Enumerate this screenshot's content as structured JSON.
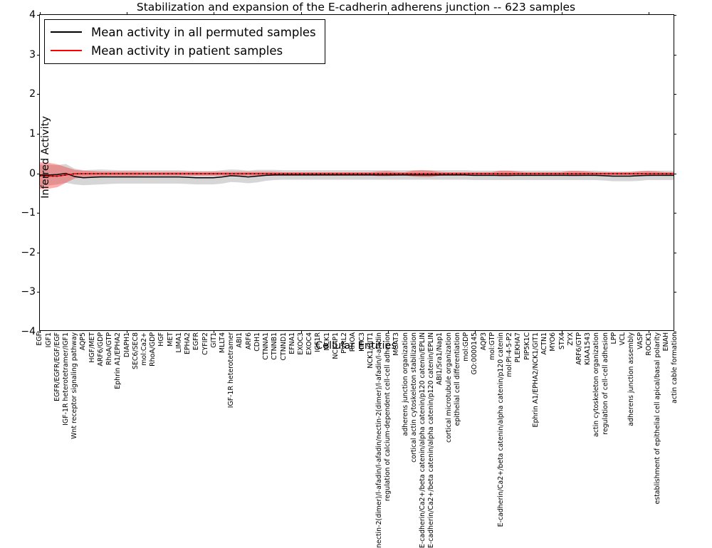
{
  "chart_data": {
    "type": "line",
    "title": "Stabilization and expansion of the E-cadherin adherens junction -- 623 samples",
    "xlabel": "Cellular Entities",
    "ylabel": "Inferred Activity",
    "ylim": [
      -4,
      4
    ],
    "yticks": [
      -4,
      -3,
      -2,
      -1,
      0,
      1,
      2,
      3,
      4
    ],
    "ytick_labels": [
      "-4",
      "-3",
      "-2",
      "-1",
      "0",
      "1",
      "2",
      "3",
      "4"
    ],
    "grid": false,
    "legend_position": "upper left",
    "legend": [
      {
        "label": "Mean activity in all permuted samples",
        "color": "#000000",
        "style": "solid"
      },
      {
        "label": "Mean activity in patient samples",
        "color": "#ff0000",
        "style": "solid"
      }
    ],
    "n_samples": 623,
    "categories": [
      "EGF",
      "IGF1",
      "EGFR/EGFR/EGF/EGF",
      "IGF-1R heterotetramer/IGF1",
      "Wnt receptor signaling pathway",
      "AQP5",
      "HGF/MET",
      "ARF6/GDP",
      "RhoA/GTP",
      "Ephrin A1/EPHA2",
      "DIAPH1",
      "SEC6/SEC8",
      "mol:Ca2+",
      "RhoA/GDP",
      "HGF",
      "MET",
      "LIMA1",
      "EPHA2",
      "EGFR",
      "CYFIP2",
      "GIT1",
      "MLLT4",
      "IGF-1R heterotetramer",
      "ABI1",
      "ARF6",
      "CDH1",
      "CTNNA1",
      "CTNNB1",
      "CTNND1",
      "EFNA1",
      "EXOC3",
      "EXOC4",
      "IGF1R",
      "NCK1",
      "NCKAP1",
      "PVRL2",
      "RHOA",
      "KIFC3",
      "NCK1/GIT1",
      "nectin-2(dimer)/l-afadin/l-afadin/nectin-2(dimer)/l-afadin/l-afadin",
      "regulation of calcium-dependent cell-cell adhesion",
      "MGAT3",
      "adherens junction organization",
      "cortical actin cytoskeleton stabilization",
      "E-cadherin/Ca2+/beta catenin/alpha catenin/p120 catenin/EPLIN",
      "E-cadherin/Ca2+/beta catenin/alpha catenin/p120 catenin/EPLIN",
      "ABI1/Sra1/Nap1",
      "cortical microtubule organization",
      "epithelial cell differentiation",
      "mol:GDP",
      "GO:0000145",
      "AQP3",
      "mol:GTP",
      "E-cadherin/Ca2+/beta catenin/alpha catenin/p120 catenin",
      "mol:PI-4-5-P2",
      "PLEKHA7",
      "PIP5K1C",
      "Ephrin A1/EPHA2/NCK1/GIT1",
      "ACTN1",
      "MYO6",
      "STX4",
      "ZYX",
      "ARF6/GTP",
      "KIAA1543",
      "actin cytoskeleton organization",
      "regulation of cell-cell adhesion",
      "LPP",
      "VCL",
      "adherens junction assembly",
      "VASP",
      "ROCK1",
      "establishment of epithelial cell apical/basal polarity",
      "ENAH",
      "actin cable formation"
    ],
    "series": [
      {
        "name": "Mean activity in all permuted samples",
        "color": "#000000",
        "values": [
          -0.06,
          -0.06,
          -0.05,
          -0.02,
          -0.1,
          -0.13,
          -0.12,
          -0.11,
          -0.11,
          -0.11,
          -0.11,
          -0.11,
          -0.11,
          -0.11,
          -0.11,
          -0.11,
          -0.11,
          -0.12,
          -0.13,
          -0.13,
          -0.13,
          -0.11,
          -0.08,
          -0.09,
          -0.11,
          -0.09,
          -0.07,
          -0.06,
          -0.06,
          -0.06,
          -0.06,
          -0.06,
          -0.06,
          -0.06,
          -0.06,
          -0.06,
          -0.06,
          -0.06,
          -0.06,
          -0.06,
          -0.06,
          -0.06,
          -0.06,
          -0.06,
          -0.06,
          -0.06,
          -0.06,
          -0.06,
          -0.06,
          -0.06,
          -0.07,
          -0.07,
          -0.07,
          -0.07,
          -0.07,
          -0.07,
          -0.07,
          -0.07,
          -0.07,
          -0.07,
          -0.07,
          -0.07,
          -0.07,
          -0.07,
          -0.07,
          -0.08,
          -0.09,
          -0.09,
          -0.09,
          -0.08,
          -0.07,
          -0.07,
          -0.07,
          -0.07
        ],
        "band_lower": [
          -0.33,
          -0.33,
          -0.3,
          -0.26,
          -0.3,
          -0.32,
          -0.31,
          -0.3,
          -0.29,
          -0.28,
          -0.28,
          -0.28,
          -0.28,
          -0.28,
          -0.28,
          -0.28,
          -0.28,
          -0.29,
          -0.3,
          -0.3,
          -0.3,
          -0.28,
          -0.24,
          -0.25,
          -0.27,
          -0.25,
          -0.21,
          -0.19,
          -0.18,
          -0.18,
          -0.18,
          -0.18,
          -0.18,
          -0.18,
          -0.18,
          -0.18,
          -0.18,
          -0.18,
          -0.18,
          -0.18,
          -0.18,
          -0.18,
          -0.18,
          -0.18,
          -0.18,
          -0.18,
          -0.18,
          -0.18,
          -0.18,
          -0.18,
          -0.19,
          -0.19,
          -0.19,
          -0.19,
          -0.19,
          -0.19,
          -0.19,
          -0.19,
          -0.19,
          -0.19,
          -0.19,
          -0.19,
          -0.19,
          -0.19,
          -0.19,
          -0.2,
          -0.22,
          -0.22,
          -0.22,
          -0.21,
          -0.19,
          -0.19,
          -0.19,
          -0.19
        ],
        "band_upper": [
          0.2,
          0.2,
          0.19,
          0.22,
          0.1,
          0.06,
          0.07,
          0.08,
          0.07,
          0.06,
          0.06,
          0.06,
          0.06,
          0.06,
          0.06,
          0.06,
          0.06,
          0.05,
          0.04,
          0.04,
          0.04,
          0.06,
          0.08,
          0.07,
          0.05,
          0.07,
          0.07,
          0.07,
          0.06,
          0.06,
          0.06,
          0.06,
          0.06,
          0.06,
          0.06,
          0.06,
          0.06,
          0.06,
          0.06,
          0.06,
          0.06,
          0.06,
          0.06,
          0.06,
          0.06,
          0.06,
          0.06,
          0.06,
          0.06,
          0.06,
          0.05,
          0.05,
          0.05,
          0.05,
          0.05,
          0.05,
          0.05,
          0.05,
          0.05,
          0.05,
          0.05,
          0.05,
          0.05,
          0.05,
          0.05,
          0.04,
          0.03,
          0.03,
          0.03,
          0.04,
          0.05,
          0.05,
          0.05,
          0.05
        ]
      },
      {
        "name": "Mean activity in patient samples",
        "color": "#ff0000",
        "values": [
          -0.08,
          -0.09,
          -0.09,
          -0.06,
          -0.03,
          -0.03,
          -0.03,
          -0.03,
          -0.03,
          -0.03,
          -0.03,
          -0.03,
          -0.03,
          -0.03,
          -0.03,
          -0.03,
          -0.03,
          -0.03,
          -0.03,
          -0.03,
          -0.03,
          -0.03,
          -0.03,
          -0.03,
          -0.03,
          -0.03,
          -0.03,
          -0.03,
          -0.03,
          -0.03,
          -0.03,
          -0.03,
          -0.03,
          -0.03,
          -0.03,
          -0.03,
          -0.03,
          -0.03,
          -0.03,
          -0.03,
          -0.03,
          -0.03,
          -0.03,
          -0.03,
          -0.03,
          -0.03,
          -0.03,
          -0.03,
          -0.03,
          -0.03,
          -0.03,
          -0.03,
          -0.03,
          -0.03,
          -0.03,
          -0.03,
          -0.03,
          -0.03,
          -0.03,
          -0.03,
          -0.03,
          -0.03,
          -0.03,
          -0.03,
          -0.03,
          -0.03,
          -0.03,
          -0.03,
          -0.03,
          -0.03,
          -0.03,
          -0.03,
          -0.03,
          -0.03
        ],
        "band_lower": [
          -0.42,
          -0.41,
          -0.37,
          -0.26,
          -0.15,
          -0.12,
          -0.11,
          -0.1,
          -0.09,
          -0.09,
          -0.09,
          -0.09,
          -0.08,
          -0.08,
          -0.08,
          -0.08,
          -0.08,
          -0.08,
          -0.08,
          -0.08,
          -0.08,
          -0.08,
          -0.08,
          -0.08,
          -0.08,
          -0.08,
          -0.08,
          -0.08,
          -0.07,
          -0.07,
          -0.07,
          -0.07,
          -0.07,
          -0.07,
          -0.07,
          -0.07,
          -0.07,
          -0.07,
          -0.07,
          -0.09,
          -0.09,
          -0.08,
          -0.07,
          -0.1,
          -0.11,
          -0.11,
          -0.08,
          -0.07,
          -0.07,
          -0.07,
          -0.07,
          -0.07,
          -0.07,
          -0.1,
          -0.1,
          -0.08,
          -0.07,
          -0.07,
          -0.07,
          -0.07,
          -0.07,
          -0.09,
          -0.09,
          -0.08,
          -0.07,
          -0.07,
          -0.07,
          -0.07,
          -0.07,
          -0.08,
          -0.09,
          -0.08,
          -0.07,
          -0.07
        ],
        "band_upper": [
          0.26,
          0.25,
          0.21,
          0.14,
          0.07,
          0.05,
          0.04,
          0.03,
          0.03,
          0.03,
          0.03,
          0.03,
          0.02,
          0.02,
          0.02,
          0.02,
          0.02,
          0.02,
          0.02,
          0.02,
          0.02,
          0.02,
          0.02,
          0.02,
          0.02,
          0.02,
          0.02,
          0.02,
          0.01,
          0.01,
          0.01,
          0.01,
          0.01,
          0.01,
          0.01,
          0.01,
          0.01,
          0.01,
          0.01,
          0.03,
          0.04,
          0.02,
          0.01,
          0.05,
          0.06,
          0.05,
          0.02,
          0.01,
          0.01,
          0.01,
          0.01,
          0.01,
          0.01,
          0.05,
          0.05,
          0.03,
          0.01,
          0.01,
          0.01,
          0.01,
          0.01,
          0.04,
          0.04,
          0.03,
          0.01,
          0.01,
          0.01,
          0.01,
          0.01,
          0.03,
          0.04,
          0.03,
          0.01,
          0.01
        ]
      }
    ]
  }
}
